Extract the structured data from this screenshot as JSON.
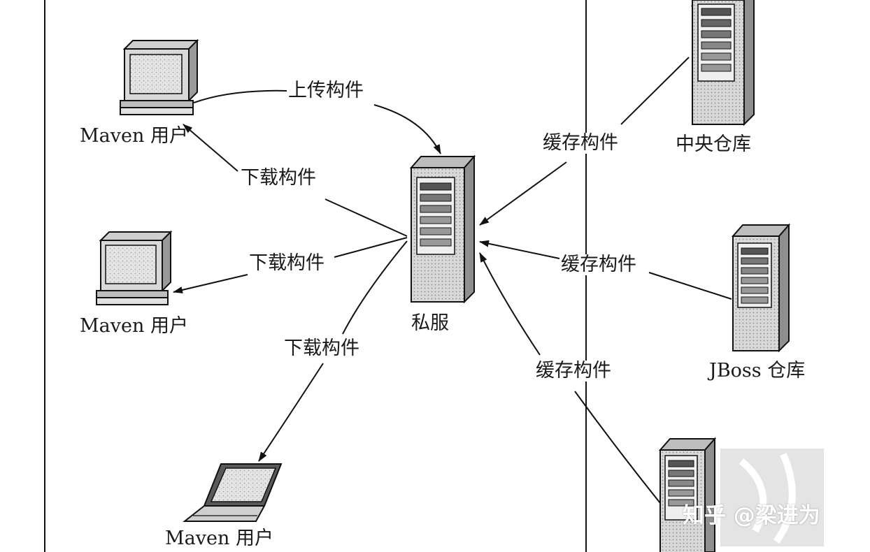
{
  "nodes": {
    "user_top": "Maven 用户",
    "user_middle": "Maven 用户",
    "user_bottom": "Maven 用户",
    "private_server": "私服",
    "central_repo": "中央仓库",
    "jboss_repo": "JBoss 仓库"
  },
  "edges": {
    "upload": "上传构件",
    "download_top": "下载构件",
    "download_middle": "下载构件",
    "download_bottom": "下载构件",
    "cache_central": "缓存构件",
    "cache_jboss": "缓存构件",
    "cache_bottom": "缓存构件"
  },
  "watermark": "知乎 @梁进为"
}
